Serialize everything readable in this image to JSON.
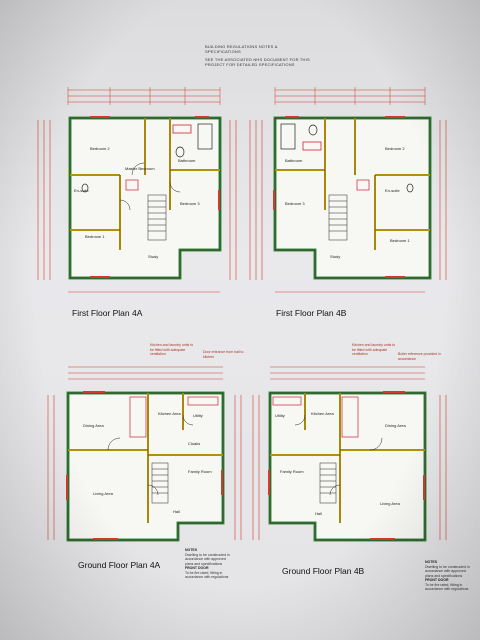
{
  "notes": {
    "line1": "BUILDING REGULATIONS NOTES &",
    "line2": "SPECIFICATIONS",
    "line3": "SEE THE ASSOCIATED NHS DOCUMENT FOR THIS",
    "line4": "PROJECT FOR DETAILED SPECIFICATIONS"
  },
  "plans": {
    "first_a": {
      "title": "First Floor Plan 4A",
      "rooms": [
        "Bedroom 2",
        "Bathroom",
        "Bedroom 3",
        "En-suite",
        "Bedroom 1",
        "Master Bedroom",
        "Study"
      ]
    },
    "first_b": {
      "title": "First Floor Plan 4B",
      "rooms": [
        "Bathroom",
        "Bedroom 2",
        "En-suite",
        "Bedroom 3",
        "Bedroom 1",
        "Study"
      ]
    },
    "ground_a": {
      "title": "Ground Floor Plan 4A",
      "rooms": [
        "Kitchen Area",
        "Utility",
        "Dining Area",
        "Family Room",
        "Living Area",
        "Hall",
        "Cloaks"
      ]
    },
    "ground_b": {
      "title": "Ground Floor Plan 4B",
      "rooms": [
        "Utility",
        "Kitchen Area",
        "Dining Area",
        "Family Room",
        "Living Area",
        "Hall"
      ]
    }
  },
  "annotations": {
    "kitchen_note": "Kitchen and laundry units to be fitted with adequate ventilation",
    "door_note": "Door entrance from hall to kitchen",
    "gas_note": "Boiler reference provided in accordance",
    "notes_hd": "NOTES",
    "notes_text": "Dwelling to be constructed in accordance with approved plans and specifications",
    "front_hd": "FRONT DOOR",
    "front_text": "To be fire rated, fitting in accordance with regulations"
  },
  "colors": {
    "wall_green": "#3f8f3f",
    "dim_red": "#d23b2b",
    "wall_yellow": "#e2b400",
    "line_dark": "#222222"
  }
}
